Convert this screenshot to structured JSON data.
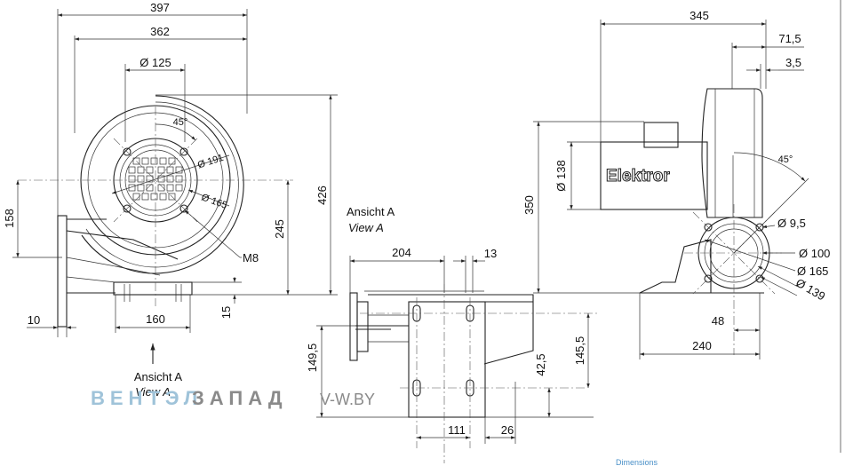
{
  "front_view": {
    "dimensions": {
      "overall_width": "397",
      "housing_width": "362",
      "inlet_diameter": "Ø 125",
      "flange_angle": "45°",
      "bolt_circle_outer": "Ø 191",
      "bolt_circle_inner": "Ø 165",
      "overall_height": "426",
      "center_height": "245",
      "outlet_height": "158",
      "foot_spacing": "160",
      "foot_thickness": "15",
      "flange_offset": "10"
    },
    "thread_callout": "M8",
    "view_label": "Ansicht A",
    "view_label_en": "View A"
  },
  "view_a": {
    "title": "Ansicht A",
    "title_en": "View A",
    "dimensions": {
      "flange_to_center": "204",
      "slot_offset": "13",
      "outlet_height": "149,5",
      "slot_height": "145,5",
      "slot_to_base": "42,5",
      "slot_spacing": "111",
      "slot_width": "26"
    }
  },
  "side_view": {
    "motor_brand": "Elektror",
    "dimensions": {
      "overall_depth": "345",
      "outlet_offset": "71,5",
      "flange_thickness": "3,5",
      "motor_diameter": "Ø 138",
      "overall_height": "350",
      "flange_angle": "45°",
      "hole_diameter": "Ø 9,5",
      "outlet_diameter": "Ø 100",
      "bolt_circle_a": "Ø 165",
      "bolt_circle_b": "Ø 139",
      "foot_offset": "48",
      "base_length": "240"
    }
  },
  "watermark": {
    "part1": "ВЕНТЭЛ",
    "part2": "ЗАПАД",
    "site": "V-W.BY"
  },
  "footer_note": "Dimensions"
}
